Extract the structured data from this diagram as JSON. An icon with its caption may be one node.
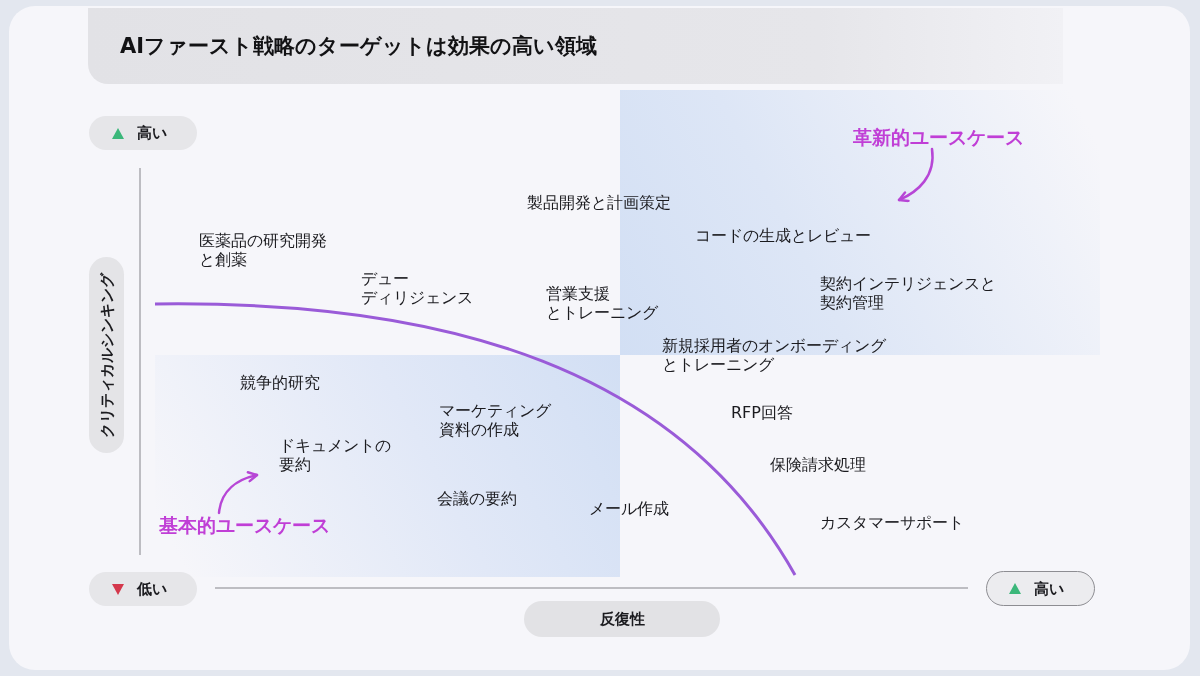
{
  "diagram": {
    "title": "AIファースト戦略のターゲットは効果の高い領域",
    "nodes": [
      {
        "text": [
          "高い"
        ]
      },
      {
        "text": [
          "革新的ユースケース"
        ]
      },
      {
        "text": [
          "クリティカルシンキング"
        ]
      },
      {
        "text": [
          "基本的ユースケース"
        ]
      },
      {
        "text": [
          "低い"
        ]
      },
      {
        "text": [
          "高い"
        ]
      },
      {
        "text": [
          "反復性"
        ]
      }
    ],
    "edges": [
      {
        "from": 1,
        "to": null,
        "arrow": "to"
      },
      {
        "from": 3,
        "to": null,
        "arrow": "to"
      }
    ],
    "labels": [
      "製品開発と計画策定",
      "コードの生成とレビュー",
      "医薬品の研究開発と創薬",
      "デューディリジェンス",
      "契約インテリジェンスと契約管理",
      "営業支援とトレーニング",
      "新規採用者のオンボーディングとトレーニング",
      "競争的研究",
      "マーケティング資料の作成",
      "RFP回答",
      "ドキュメントの要約",
      "保険請求処理",
      "会議の要約",
      "メール作成",
      "カスタマーサポート"
    ]
  }
}
